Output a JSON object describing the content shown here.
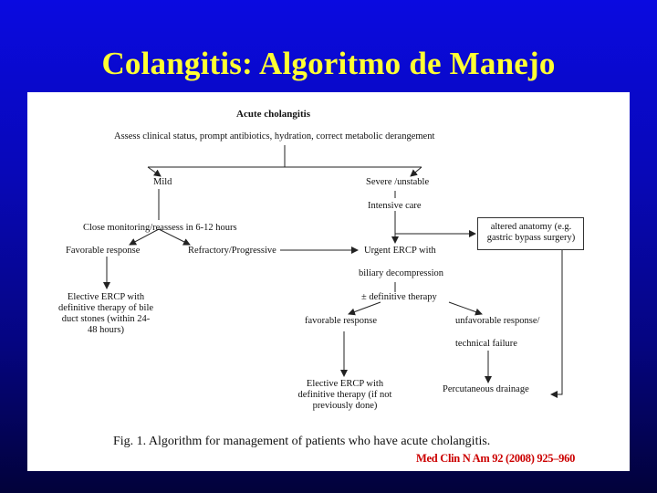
{
  "slide": {
    "title": "Colangitis: Algoritmo de Manejo",
    "citation": "Med Clin N Am 92 (2008) 925–960"
  },
  "flowchart": {
    "root": "Acute cholangitis",
    "assess": "Assess clinical status, prompt antibiotics, hydration, correct metabolic derangement",
    "mild": "Mild",
    "severe": "Severe /unstable",
    "intensive": "Intensive care",
    "monitoring": "Close monitoring/reassess in 6-12 hours",
    "favorable": "Favorable response",
    "refractory": "Refractory/Progressive",
    "urgent_ercp": "Urgent ERCP with",
    "biliary": "biliary decompression",
    "definitive": "± definitive therapy",
    "altered_anatomy": "altered anatomy (e.g. gastric bypass surgery)",
    "elective_ercp_stones": "Elective ERCP with definitive therapy of bile duct stones (within 24-48 hours)",
    "favorable_lower": "favorable response",
    "unfavorable": "unfavorable response/",
    "technical_failure": "technical failure",
    "elective_ercp_definitive": "Elective ERCP with definitive therapy (if not previously done)",
    "percutaneous": "Percutaneous drainage"
  },
  "caption": "Fig. 1. Algorithm for management of patients who have acute cholangitis."
}
